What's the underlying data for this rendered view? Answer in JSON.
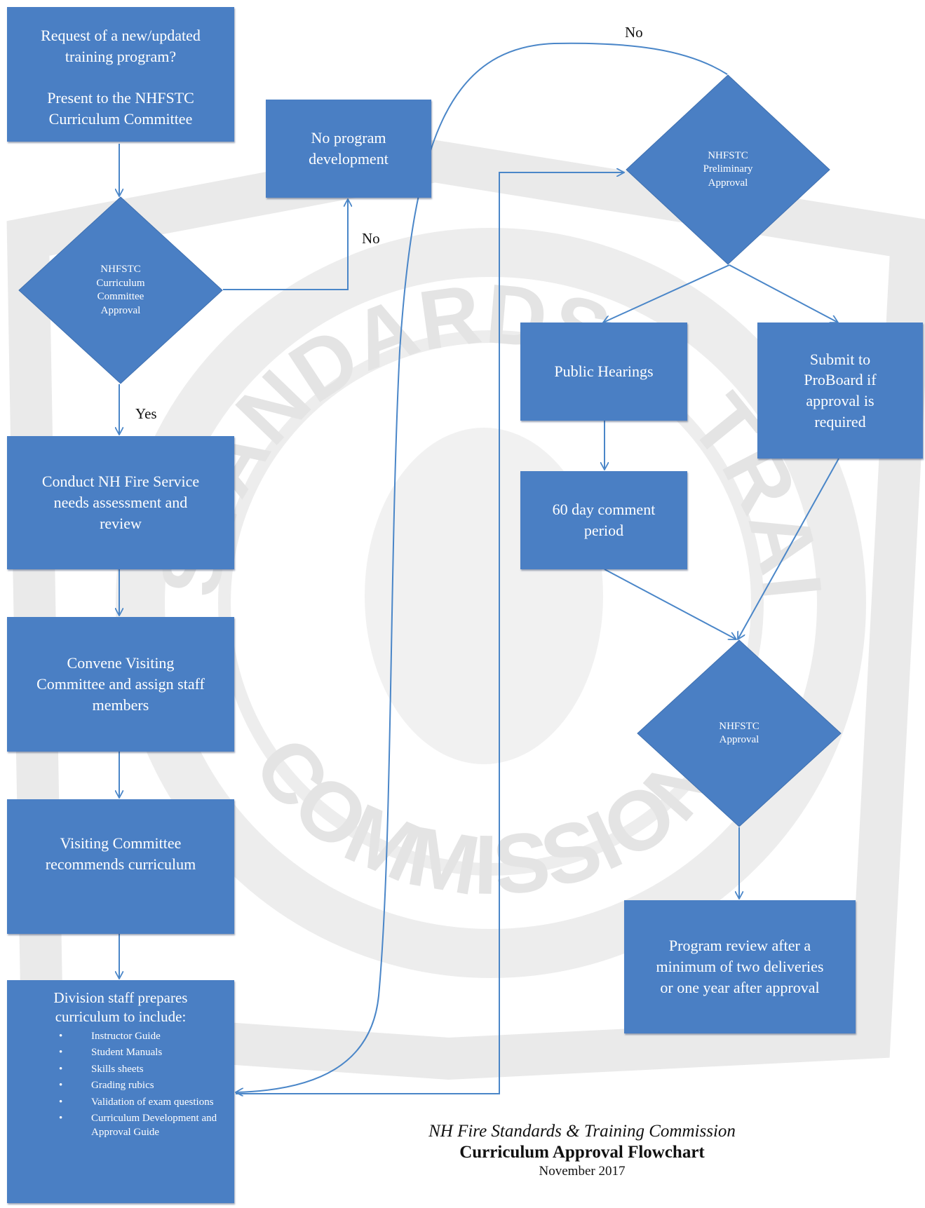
{
  "boxes": {
    "request": "Request of a new/updated\ntraining program?\n\nPresent to the NHFSTC\nCurriculum Committee",
    "no_program": "No program\ndevelopment",
    "conduct": "Conduct NH Fire Service\nneeds assessment and\nreview",
    "convene": "Convene Visiting\nCommittee and assign staff\nmembers",
    "visiting": "Visiting Committee\nrecommends curriculum",
    "public_hearings": "Public Hearings",
    "submit_proboard": "Submit to\nProBoard if\napproval is\nrequired",
    "comment_period": "60 day comment\nperiod",
    "program_review": "Program review after a\nminimum of two deliveries\nor one year after approval"
  },
  "division": {
    "heading": "Division staff prepares\ncurriculum to include:",
    "items": [
      "Instructor Guide",
      "Student Manuals",
      "Skills sheets",
      "Grading rubics",
      "Validation of exam questions",
      "Curriculum Development and Approval Guide"
    ]
  },
  "diamonds": {
    "committee_approval": "NHFSTC\nCurriculum\nCommittee\nApproval",
    "preliminary_approval": "NHFSTC\nPreliminary\nApproval",
    "nhfstc_approval": "NHFSTC\nApproval"
  },
  "labels": {
    "no_right": "No",
    "yes": "Yes",
    "no_top": "No"
  },
  "caption": {
    "org": "NH Fire Standards & Training Commission",
    "title": "Curriculum Approval Flowchart",
    "date": "November 2017"
  },
  "watermark_text": {
    "top": "STANDARDS & TRAINING",
    "bottom": "COMMISSION"
  },
  "colors": {
    "box_fill": "#4a7fc4",
    "connector": "#4a86c8",
    "watermark": "#e7e7e7"
  }
}
